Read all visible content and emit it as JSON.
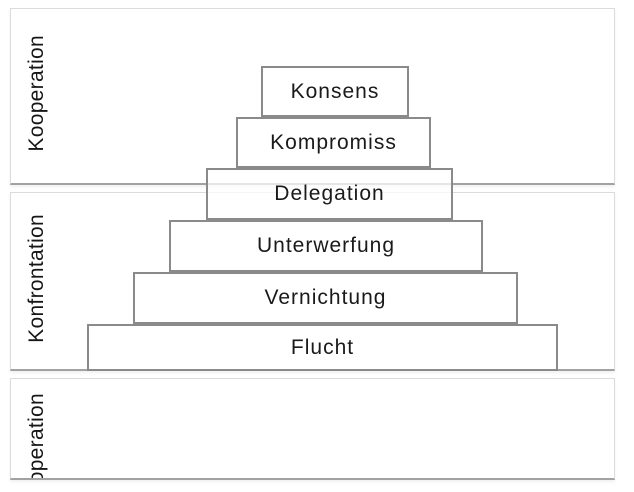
{
  "diagram": {
    "type": "pyramid",
    "pyramid_levels": [
      {
        "label": "Konsens"
      },
      {
        "label": "Kompromiss"
      },
      {
        "label": "Delegation"
      },
      {
        "label": "Unterwerfung"
      },
      {
        "label": "Vernichtung"
      },
      {
        "label": "Flucht"
      }
    ],
    "bands": [
      {
        "label": "Kooperation"
      },
      {
        "label": "Konfrontation"
      },
      {
        "label": "Kooperation",
        "visible_part": "peration"
      }
    ],
    "colors": {
      "background": "#ffffff",
      "box_border": "#8a8a8a",
      "band_border": "#dbdbdb",
      "band_bottom_edge": "#a2a2a2",
      "text": "#161616"
    }
  }
}
